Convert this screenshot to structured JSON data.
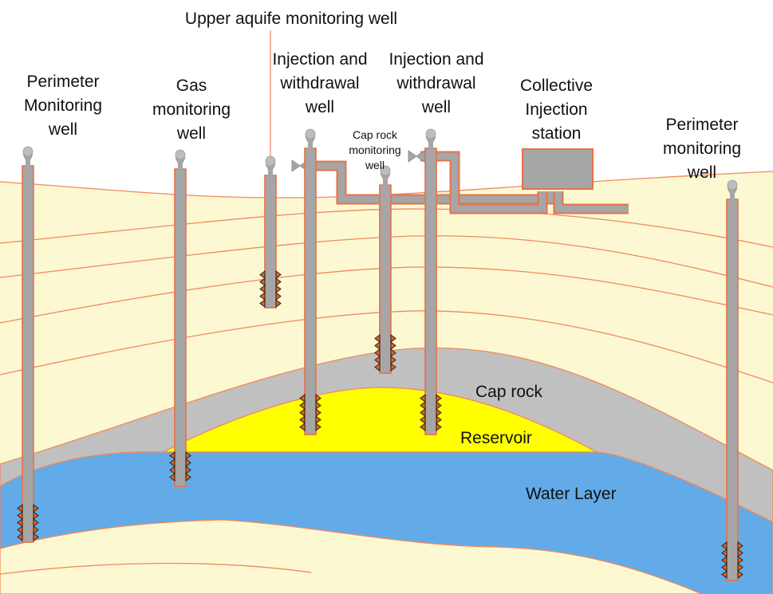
{
  "labels": {
    "perimeter_left": [
      "Perimeter",
      "Monitoring",
      "well"
    ],
    "gas_monitoring": [
      "Gas",
      "monitoring",
      "well"
    ],
    "upper_aquifer": [
      "Upper aquife monitoring well"
    ],
    "injection_1": [
      "Injection and",
      "withdrawal",
      "well"
    ],
    "injection_2": [
      "Injection and",
      "withdrawal",
      "well"
    ],
    "cap_rock_monitoring": [
      "Cap rock",
      "monitoring",
      "well"
    ],
    "collective_station": [
      "Collective",
      "Injection",
      "station"
    ],
    "perimeter_right": [
      "Perimeter",
      "monitoring",
      "well"
    ],
    "cap_rock": "Cap rock",
    "reservoir": "Reservoir",
    "water_layer": "Water Layer"
  },
  "colors": {
    "sediment": "#FCF8D2",
    "boundary": "#F08A5D",
    "cap_rock": "#C0C0C0",
    "reservoir": "#FFFF00",
    "water": "#63ABE8",
    "pipe": "#A6A6A6",
    "pipe_outline": "#E8714A",
    "perforation": "#E8611A"
  }
}
